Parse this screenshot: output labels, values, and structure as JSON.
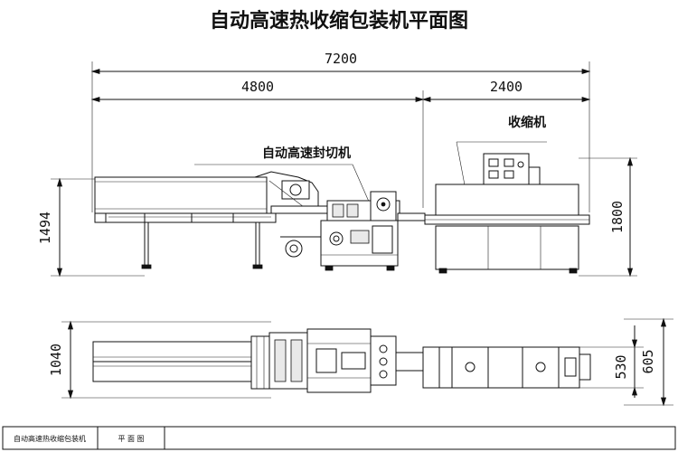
{
  "title": "自动高速热收缩包装机平面图",
  "labels": {
    "sealer": "自动高速封切机",
    "shrink": "收缩机"
  },
  "dimensions": {
    "total_length": "7200",
    "sealer_length": "4800",
    "shrink_length": "2400",
    "sealer_height": "1494",
    "shrink_height": "1800",
    "sealer_width": "1040",
    "conveyor_width": "530",
    "shrink_width": "605"
  },
  "title_block": {
    "name": "自动高速热收缩包装机",
    "view": "平 面 图"
  }
}
